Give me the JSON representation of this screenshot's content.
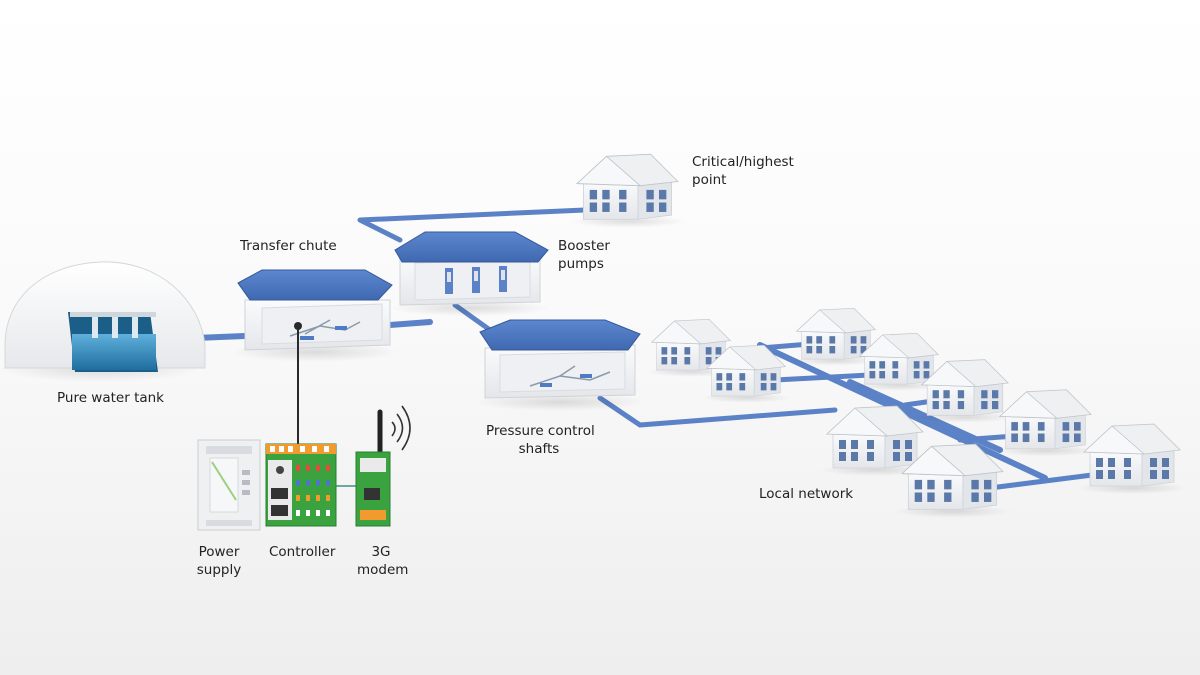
{
  "labels": {
    "critical_point": "Critical/highest\npoint",
    "booster_pumps": "Booster\npumps",
    "transfer_chute": "Transfer chute",
    "pure_water_tank": "Pure water tank",
    "pressure_control_shafts": "Pressure control\nshafts",
    "local_network": "Local network",
    "power_supply": "Power\nsupply",
    "controller": "Controller",
    "modem_3g": "3G\nmodem"
  },
  "colors": {
    "roof_blue": "#4f7bc4",
    "pipe_blue": "#5b82c6",
    "water": "#3a8fc0",
    "controller_green": "#3aa23f",
    "terminal_orange": "#f29a2e",
    "wall_white": "#f5f6f8",
    "signal_line": "#2a2a2a"
  }
}
